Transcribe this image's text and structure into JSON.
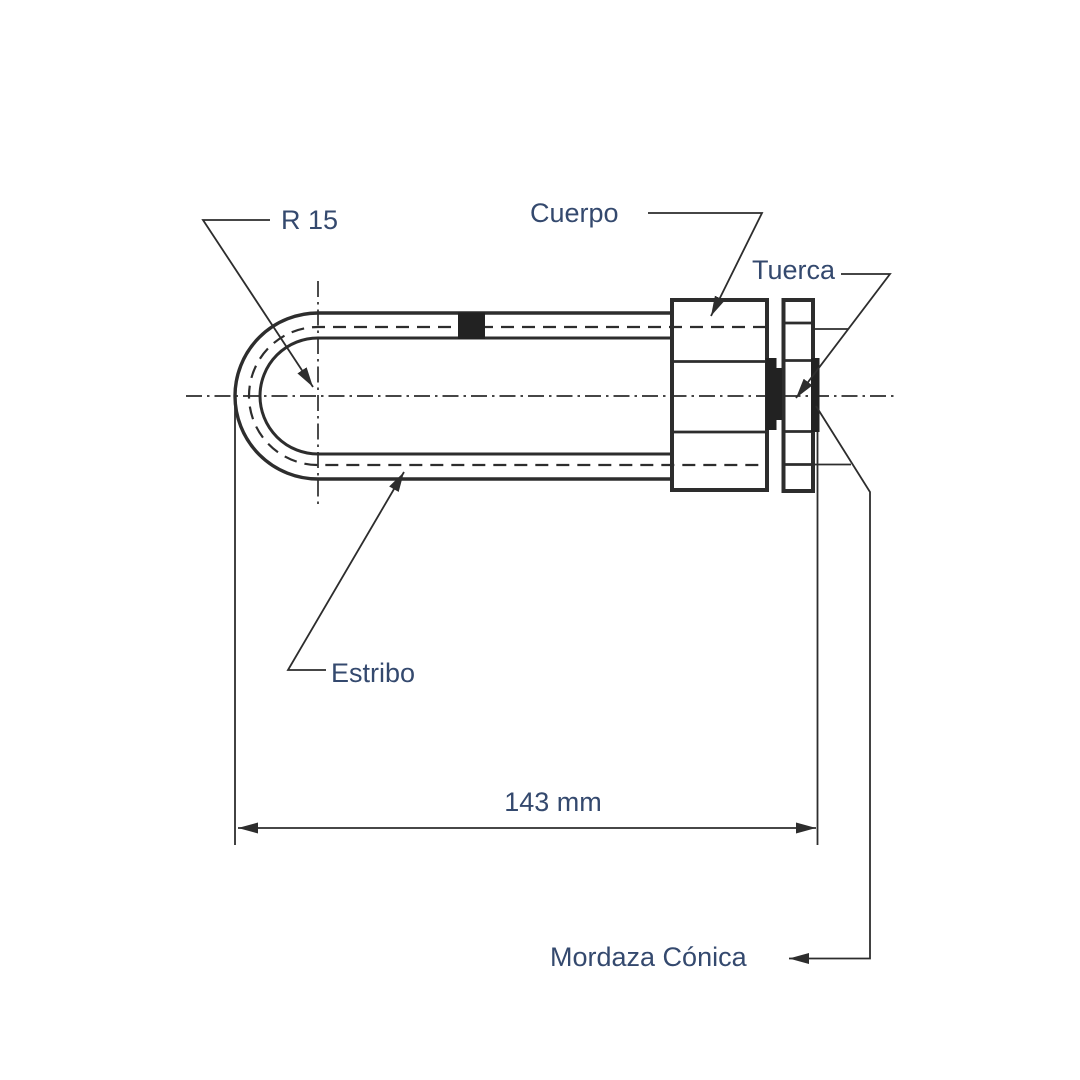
{
  "drawing": {
    "type": "technical-drawing",
    "subject": "U-bolt clamp assembly (side view)",
    "labels": {
      "radius": "R 15",
      "body": "Cuerpo",
      "nut": "Tuerca",
      "stirrup": "Estribo",
      "conical_clamp": "Mordaza Cónica"
    },
    "dimension": {
      "length": "143 mm"
    },
    "colors": {
      "line": "#2d2d2d",
      "solid_fill": "#222222",
      "label_text": "#34496e",
      "background": "#ffffff"
    }
  }
}
